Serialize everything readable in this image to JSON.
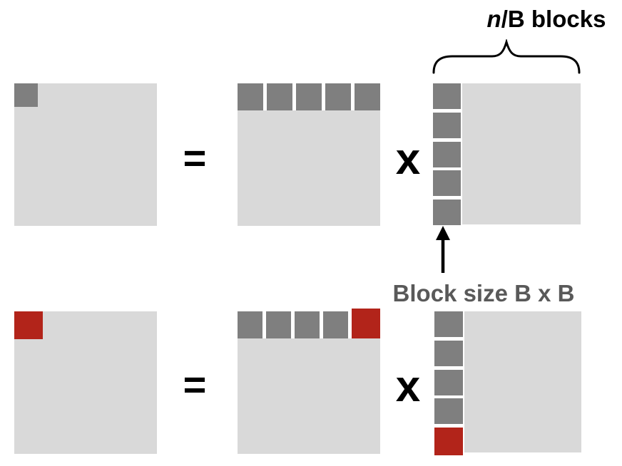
{
  "labels": {
    "n_blocks_italic": "n",
    "n_blocks_rest": "/B blocks",
    "block_size": "Block size B x B",
    "equals": "=",
    "multiply": "x"
  },
  "colors": {
    "block_gray": "#7F7F7F",
    "matrix_light_gray": "#D9D9D9",
    "highlight_red": "#B2241A",
    "label_gray": "#595959",
    "text_black": "#000000"
  },
  "matrices": {
    "row1": {
      "result_corner": [
        "gray"
      ],
      "row_band": [
        "gray",
        "gray",
        "gray",
        "gray",
        "gray"
      ],
      "column_band": [
        "gray",
        "gray",
        "gray",
        "gray",
        "gray"
      ]
    },
    "row2": {
      "result_corner": [
        "red"
      ],
      "row_band": [
        "gray",
        "gray",
        "gray",
        "gray",
        "red"
      ],
      "column_band": [
        "gray",
        "gray",
        "gray",
        "gray",
        "red"
      ]
    }
  }
}
